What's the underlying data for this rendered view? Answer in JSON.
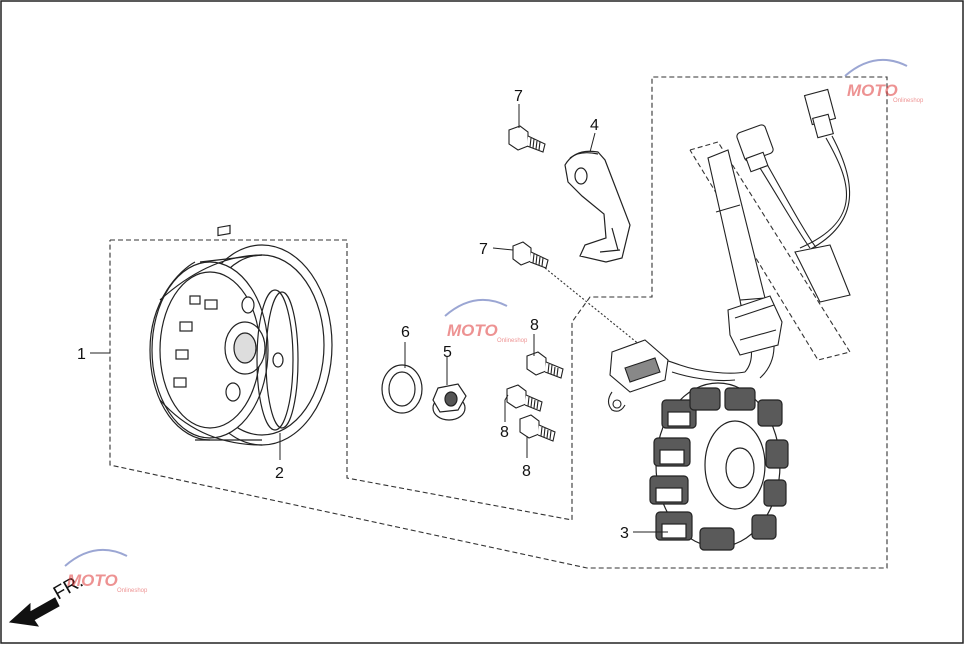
{
  "diagram": {
    "direction_label": "FR.",
    "watermark_text": "MOTO",
    "watermark_sub": "Onlineshop",
    "callouts": [
      {
        "id": "c1",
        "text": "1"
      },
      {
        "id": "c2",
        "text": "2"
      },
      {
        "id": "c3",
        "text": "3"
      },
      {
        "id": "c4",
        "text": "4"
      },
      {
        "id": "c5",
        "text": "5"
      },
      {
        "id": "c6",
        "text": "6"
      },
      {
        "id": "c7a",
        "text": "7"
      },
      {
        "id": "c7b",
        "text": "7"
      },
      {
        "id": "c8a",
        "text": "8"
      },
      {
        "id": "c8b",
        "text": "8"
      },
      {
        "id": "c8c",
        "text": "8"
      }
    ],
    "colors": {
      "line": "#222222",
      "part_fill": "#ffffff",
      "part_shade": "#6e6e6e",
      "watermark_red": "#e03a3a",
      "watermark_blue": "#4a5fb0"
    }
  }
}
